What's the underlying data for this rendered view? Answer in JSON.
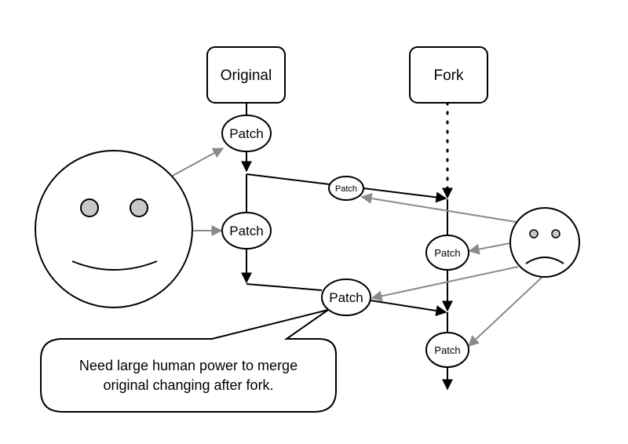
{
  "diagram": {
    "boxes": {
      "original": "Original",
      "fork": "Fork"
    },
    "patches": {
      "original_1": "Patch",
      "original_2": "Patch",
      "merge_1": "Patch",
      "merge_2": "Patch",
      "fork_1": "Patch",
      "fork_2": "Patch"
    },
    "callout": {
      "line_1": "Need large human power to merge",
      "line_2": "original changing after fork."
    },
    "faces": {
      "happy": "happy-face-icon",
      "sad": "sad-face-icon"
    },
    "colors": {
      "line": "#000000",
      "arrow_gray": "#8a8a8a",
      "eye_fill": "#c8c8c8"
    }
  }
}
